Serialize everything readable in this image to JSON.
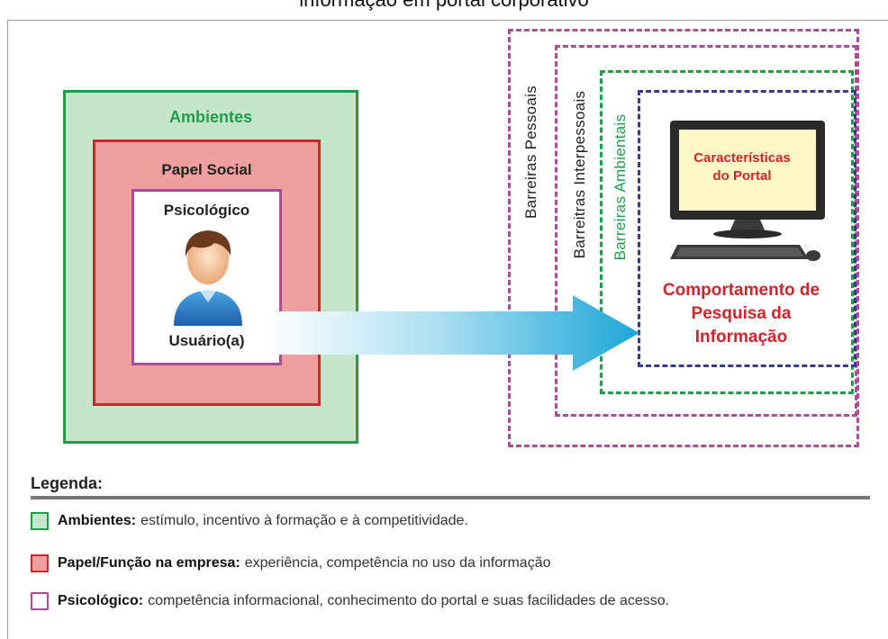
{
  "title": "informação em portal corporativo",
  "user_side": {
    "ambientes_label": "Ambientes",
    "papel_label": "Papel Social",
    "psicologico_label": "Psicológico",
    "usuario_label": "Usuário(a)"
  },
  "barriers": {
    "pessoais": "Barreiras Pessoais",
    "interpessoais": "Barreitras Interpessoais",
    "ambientais": "Barreiras Ambientais"
  },
  "computer_screen": "Características do Portal",
  "behavior_text": "Comportamento de Pesquisa da Informação",
  "legend": {
    "title": "Legenda:",
    "items": [
      {
        "term": "Ambientes:",
        "desc": "estímulo, incentivo à formação e à competitividade.",
        "color": "#1f9e4a",
        "fill": "#c6e6cc"
      },
      {
        "term": "Papel/Função na empresa:",
        "desc": "experiência, competência no uso da informação",
        "color": "#d6222a",
        "fill": "#eea0a0"
      },
      {
        "term": "Psicológico:",
        "desc": "competência informacional, conhecimento do portal e suas facilidades de acesso.",
        "color": "#b04a9a",
        "fill": "#ffffff"
      }
    ]
  },
  "colors": {
    "ambientes_border": "#1f9e4a",
    "ambientes_fill": "#c6e6cc",
    "papel_border": "#d6222a",
    "papel_fill": "#eea0a0",
    "psico_border": "#b04a9a",
    "barrier_pessoais": "#b04a9a",
    "barrier_interpessoais": "#b04a9a",
    "barrier_ambientais": "#1f9e4a",
    "barrier_inner": "#3a3a8c",
    "behavior_text": "#d6222a",
    "screen_text": "#d6222a",
    "arrow": "#22a8d8"
  },
  "icons": [
    "user-avatar-icon",
    "desktop-computer-icon",
    "arrow-right-icon"
  ]
}
